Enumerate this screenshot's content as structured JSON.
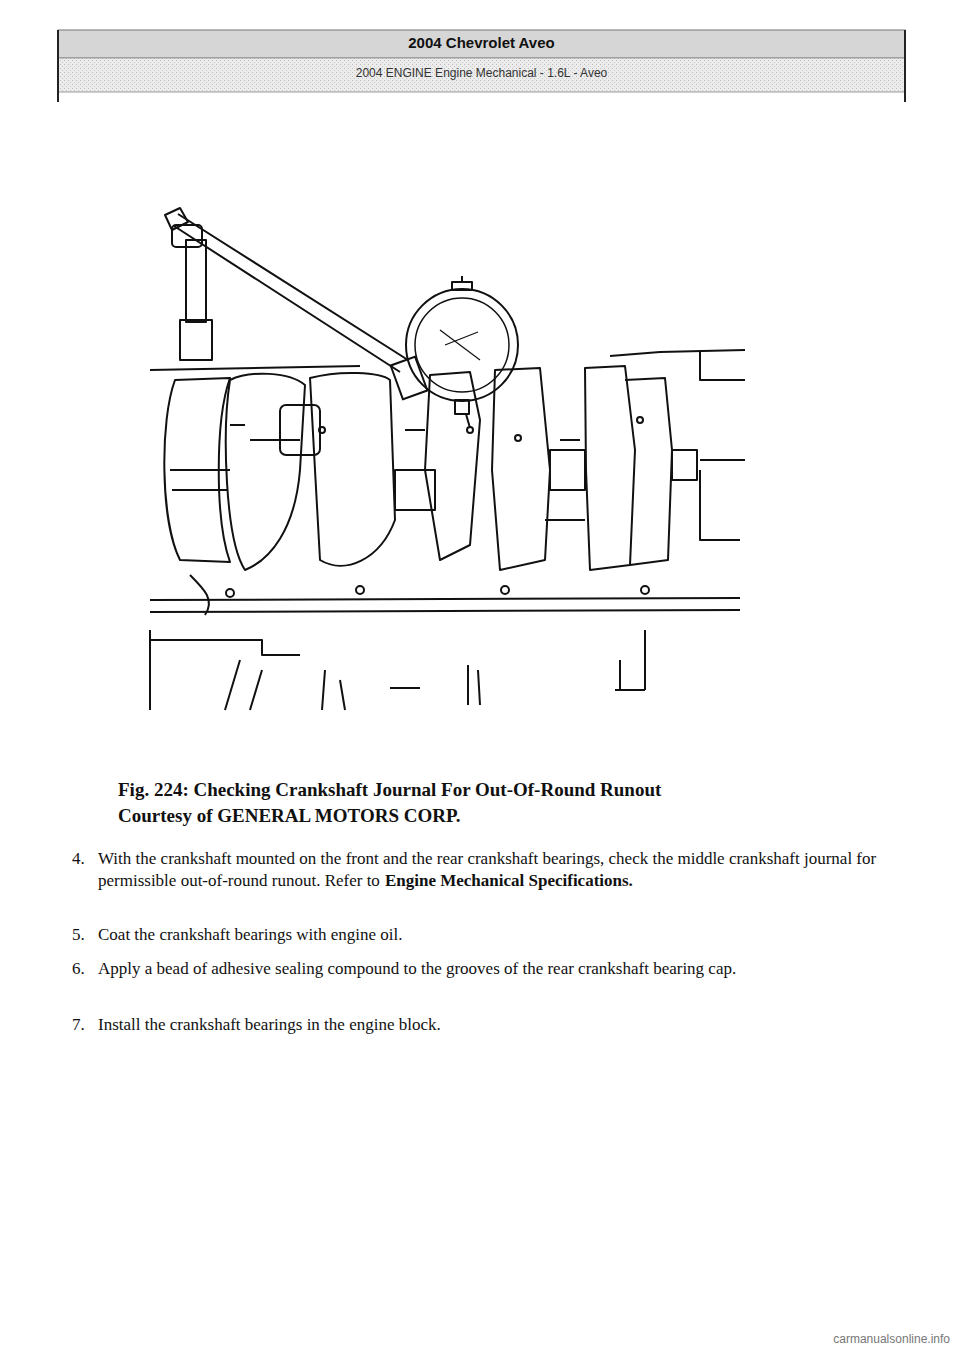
{
  "diagram": {
    "title": "2004 Chevrolet Aveo",
    "caption": "Fig. 224: Checking Crankshaft Journal For Out-Of-Round Runout",
    "labels": [
      "2004 ENGINE Engine Mechanical - 1.6L - Aveo",
      "Courtesy of GENERAL MOTORS CORP.",
      "4.",
      "With the crankshaft mounted on the front and the rear crankshaft bearings, check the middle crankshaft journal for permissible out-of-round runout. Refer to",
      "Engine Mechanical Specifications.",
      "5.",
      "Coat the crankshaft bearings with engine oil.",
      "6.",
      "Apply a bead of adhesive sealing compound to the grooves of the rear crankshaft bearing cap.",
      "7.",
      "Install the crankshaft bearings in the engine block.",
      "carmanualsonline.info"
    ]
  }
}
